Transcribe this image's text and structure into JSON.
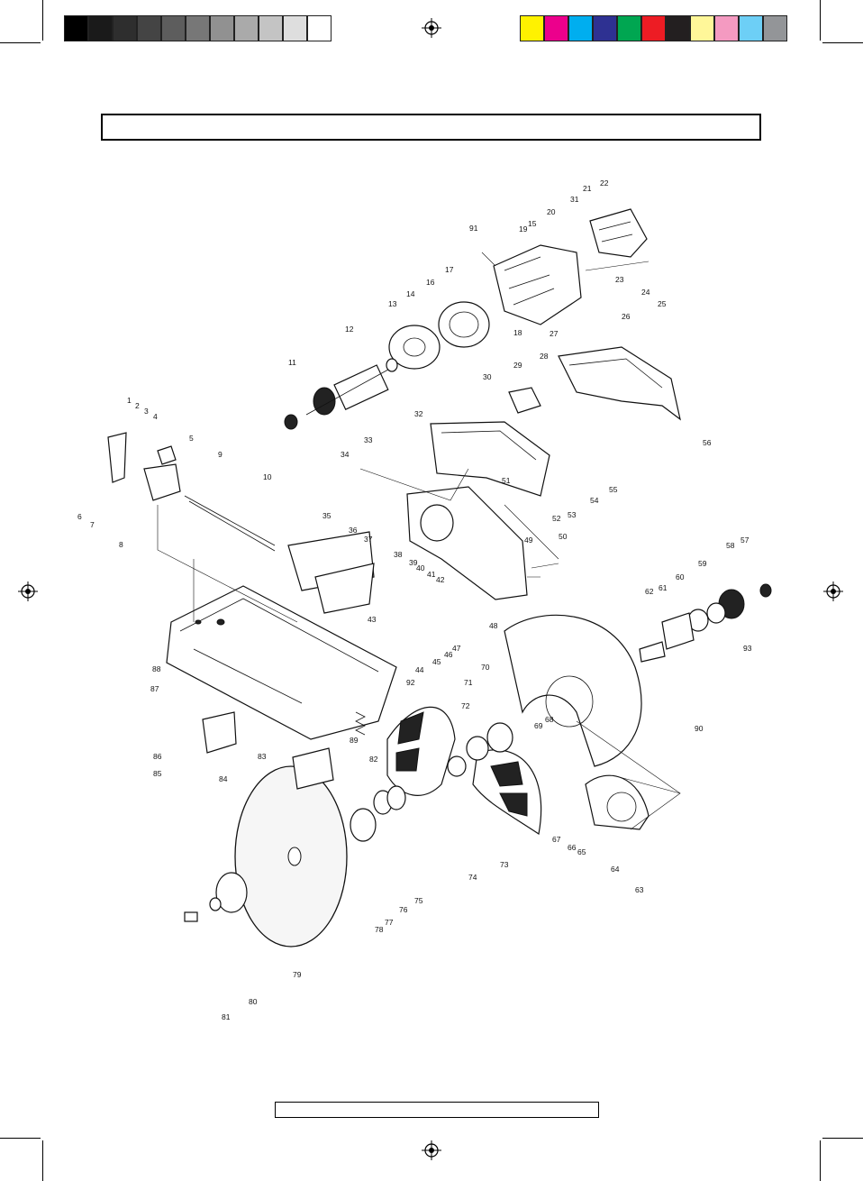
{
  "grayscale_bar": [
    "#000000",
    "#1a1a1a",
    "#2e2e2e",
    "#444444",
    "#5d5d5d",
    "#777777",
    "#919191",
    "#aaaaaa",
    "#c4c4c4",
    "#dedede",
    "#ffffff"
  ],
  "color_bar": [
    "#fff200",
    "#ec008c",
    "#00aeef",
    "#2e3192",
    "#00a651",
    "#ed1c24",
    "#231f20",
    "#fff799",
    "#f49ac1",
    "#6dcff6",
    "#939598"
  ],
  "title_text": "",
  "footer_text": "",
  "part_labels": [
    {
      "id": "1"
    },
    {
      "id": "2"
    },
    {
      "id": "3"
    },
    {
      "id": "4"
    },
    {
      "id": "5"
    },
    {
      "id": "6"
    },
    {
      "id": "7"
    },
    {
      "id": "8"
    },
    {
      "id": "9"
    },
    {
      "id": "10"
    },
    {
      "id": "11"
    },
    {
      "id": "12"
    },
    {
      "id": "13"
    },
    {
      "id": "14"
    },
    {
      "id": "15"
    },
    {
      "id": "16"
    },
    {
      "id": "17"
    },
    {
      "id": "18"
    },
    {
      "id": "19"
    },
    {
      "id": "20"
    },
    {
      "id": "21"
    },
    {
      "id": "22"
    },
    {
      "id": "23"
    },
    {
      "id": "24"
    },
    {
      "id": "25"
    },
    {
      "id": "26"
    },
    {
      "id": "27"
    },
    {
      "id": "28"
    },
    {
      "id": "29"
    },
    {
      "id": "30"
    },
    {
      "id": "31"
    },
    {
      "id": "32"
    },
    {
      "id": "33"
    },
    {
      "id": "34"
    },
    {
      "id": "35"
    },
    {
      "id": "36"
    },
    {
      "id": "37"
    },
    {
      "id": "38"
    },
    {
      "id": "39"
    },
    {
      "id": "40"
    },
    {
      "id": "41"
    },
    {
      "id": "42"
    },
    {
      "id": "43"
    },
    {
      "id": "44"
    },
    {
      "id": "45"
    },
    {
      "id": "46"
    },
    {
      "id": "47"
    },
    {
      "id": "48"
    },
    {
      "id": "49"
    },
    {
      "id": "50"
    },
    {
      "id": "51"
    },
    {
      "id": "52"
    },
    {
      "id": "53"
    },
    {
      "id": "54"
    },
    {
      "id": "55"
    },
    {
      "id": "56"
    },
    {
      "id": "57"
    },
    {
      "id": "58"
    },
    {
      "id": "59"
    },
    {
      "id": "60"
    },
    {
      "id": "61"
    },
    {
      "id": "62"
    },
    {
      "id": "63"
    },
    {
      "id": "64"
    },
    {
      "id": "65"
    },
    {
      "id": "66"
    },
    {
      "id": "67"
    },
    {
      "id": "68"
    },
    {
      "id": "69"
    },
    {
      "id": "70"
    },
    {
      "id": "71"
    },
    {
      "id": "72"
    },
    {
      "id": "73"
    },
    {
      "id": "74"
    },
    {
      "id": "75"
    },
    {
      "id": "76"
    },
    {
      "id": "77"
    },
    {
      "id": "78"
    },
    {
      "id": "79"
    },
    {
      "id": "80"
    },
    {
      "id": "81"
    },
    {
      "id": "82"
    },
    {
      "id": "83"
    },
    {
      "id": "84"
    },
    {
      "id": "85"
    },
    {
      "id": "86"
    },
    {
      "id": "87"
    },
    {
      "id": "88"
    },
    {
      "id": "89"
    },
    {
      "id": "90"
    },
    {
      "id": "91"
    },
    {
      "id": "92"
    },
    {
      "id": "93"
    }
  ]
}
